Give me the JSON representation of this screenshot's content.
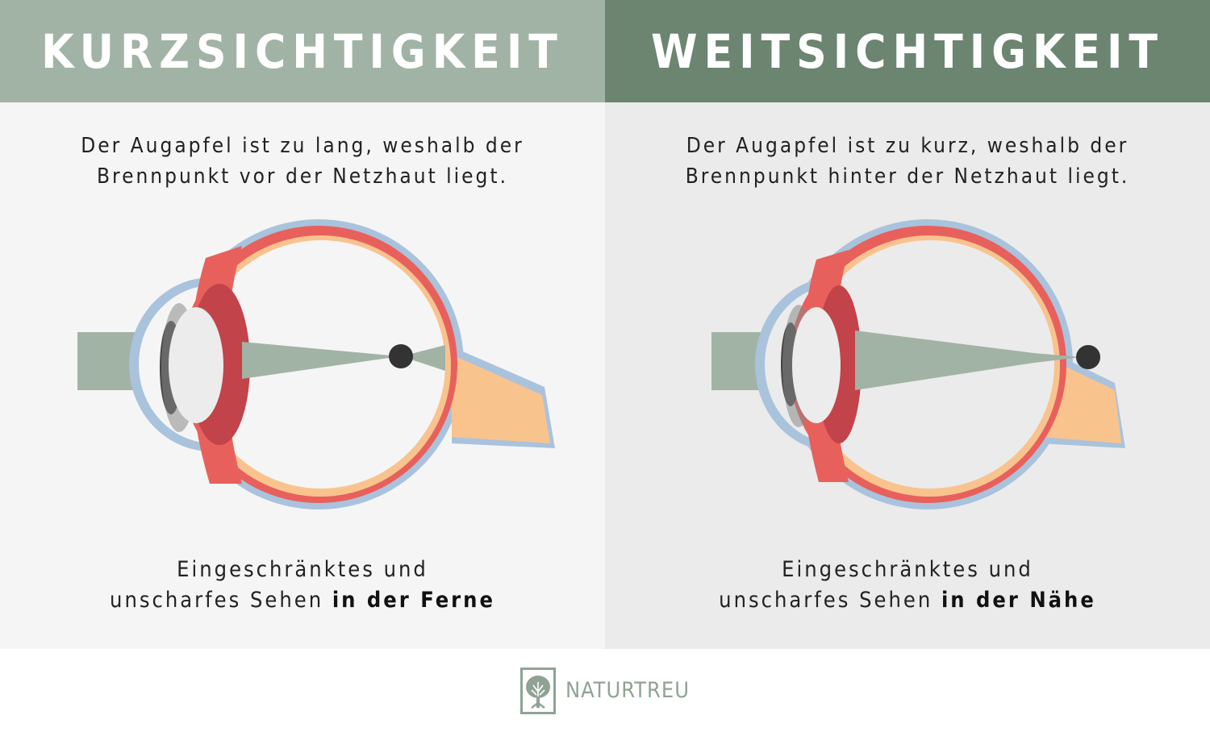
{
  "left": {
    "title": "KURZSICHTIGKEIT",
    "desc_line1": "Der Augapfel ist zu lang, weshalb der",
    "desc_line2": "Brennpunkt vor der Netzhaut liegt.",
    "caption_line1": "Eingeschränktes und",
    "caption_line2_normal": "unscharfes Sehen ",
    "caption_line2_bold": "in der Ferne"
  },
  "right": {
    "title": "WEITSICHTIGKEIT",
    "desc_line1": "Der Augapfel ist zu kurz, weshalb der",
    "desc_line2": "Brennpunkt hinter der Netzhaut liegt.",
    "caption_line1": "Eingeschränktes und",
    "caption_line2_normal": "unscharfes Sehen ",
    "caption_line2_bold": "in der Nähe"
  },
  "footer": {
    "brand": "NATURTREU",
    "logo_icon": "tree-icon"
  },
  "colors": {
    "header_left": "#a1b3a5",
    "header_right": "#6b8570",
    "sclera_outer": "#a9c3dd",
    "retina": "#f9c38e",
    "choroid": "#e8605c",
    "iris": "#c2434a",
    "lens": "#ececec",
    "light_beam": "#a1b3a5",
    "focal_point": "#333333"
  }
}
